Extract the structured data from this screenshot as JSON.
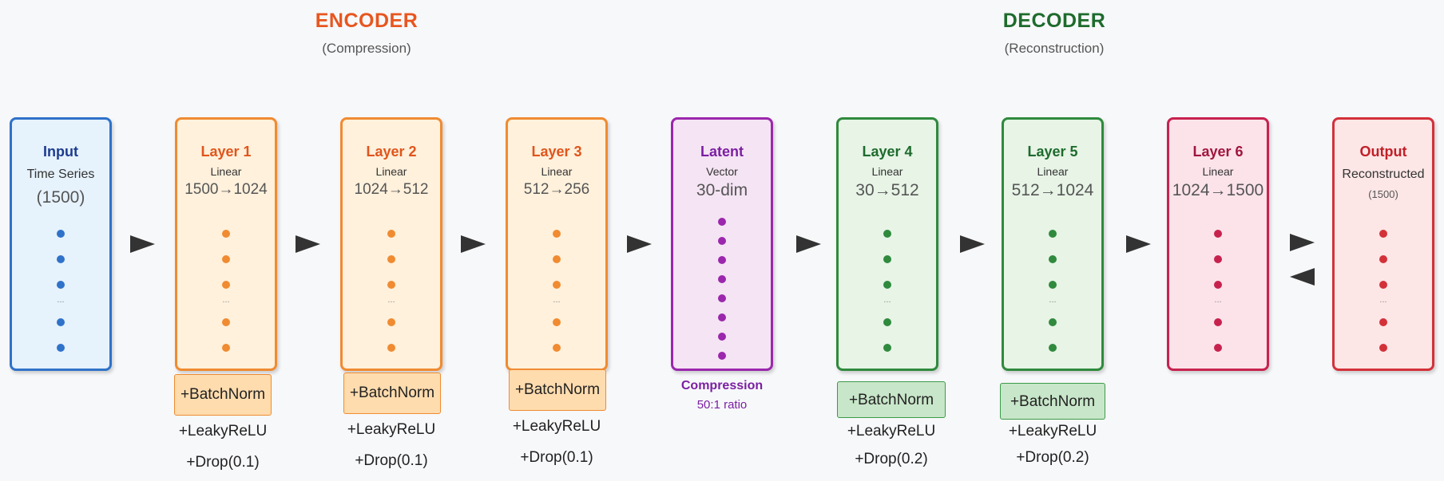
{
  "encoder": {
    "title": "ENCODER",
    "subtitle": "(Compression)"
  },
  "decoder": {
    "title": "DECODER",
    "subtitle": "(Reconstruction)"
  },
  "input": {
    "title": "Input",
    "subtitle": "Time Series",
    "dims": "(1500)"
  },
  "layer1": {
    "title": "Layer 1",
    "type": "Linear",
    "dims": "1500→1024"
  },
  "layer2": {
    "title": "Layer 2",
    "type": "Linear",
    "dims": "1024→512"
  },
  "layer3": {
    "title": "Layer 3",
    "type": "Linear",
    "dims": "512→256"
  },
  "latent": {
    "title": "Latent",
    "type": "Vector",
    "dims": "30-dim",
    "note_title": "Compression",
    "note_ratio": "50:1 ratio"
  },
  "layer4": {
    "title": "Layer 4",
    "type": "Linear",
    "dims": "30→512"
  },
  "layer5": {
    "title": "Layer 5",
    "type": "Linear",
    "dims": "512→1024"
  },
  "layer6": {
    "title": "Layer 6",
    "type": "Linear",
    "dims": "1024→1500"
  },
  "output": {
    "title": "Output",
    "subtitle": "Reconstructed",
    "dims": "(1500)"
  },
  "ellipsis": "...",
  "blocks": {
    "batchnorm": "+BatchNorm",
    "activation": "+LeakyReLU",
    "dropout_encoder": "+Drop(0.1)",
    "dropout_decoder": "+Drop(0.2)"
  },
  "colors": {
    "encoder": "#f08b31",
    "decoder": "#2f8a3d",
    "latent": "#9b27ad",
    "input": "#2f72c9",
    "output": "#d3313a",
    "layer6": "#c7224e"
  }
}
